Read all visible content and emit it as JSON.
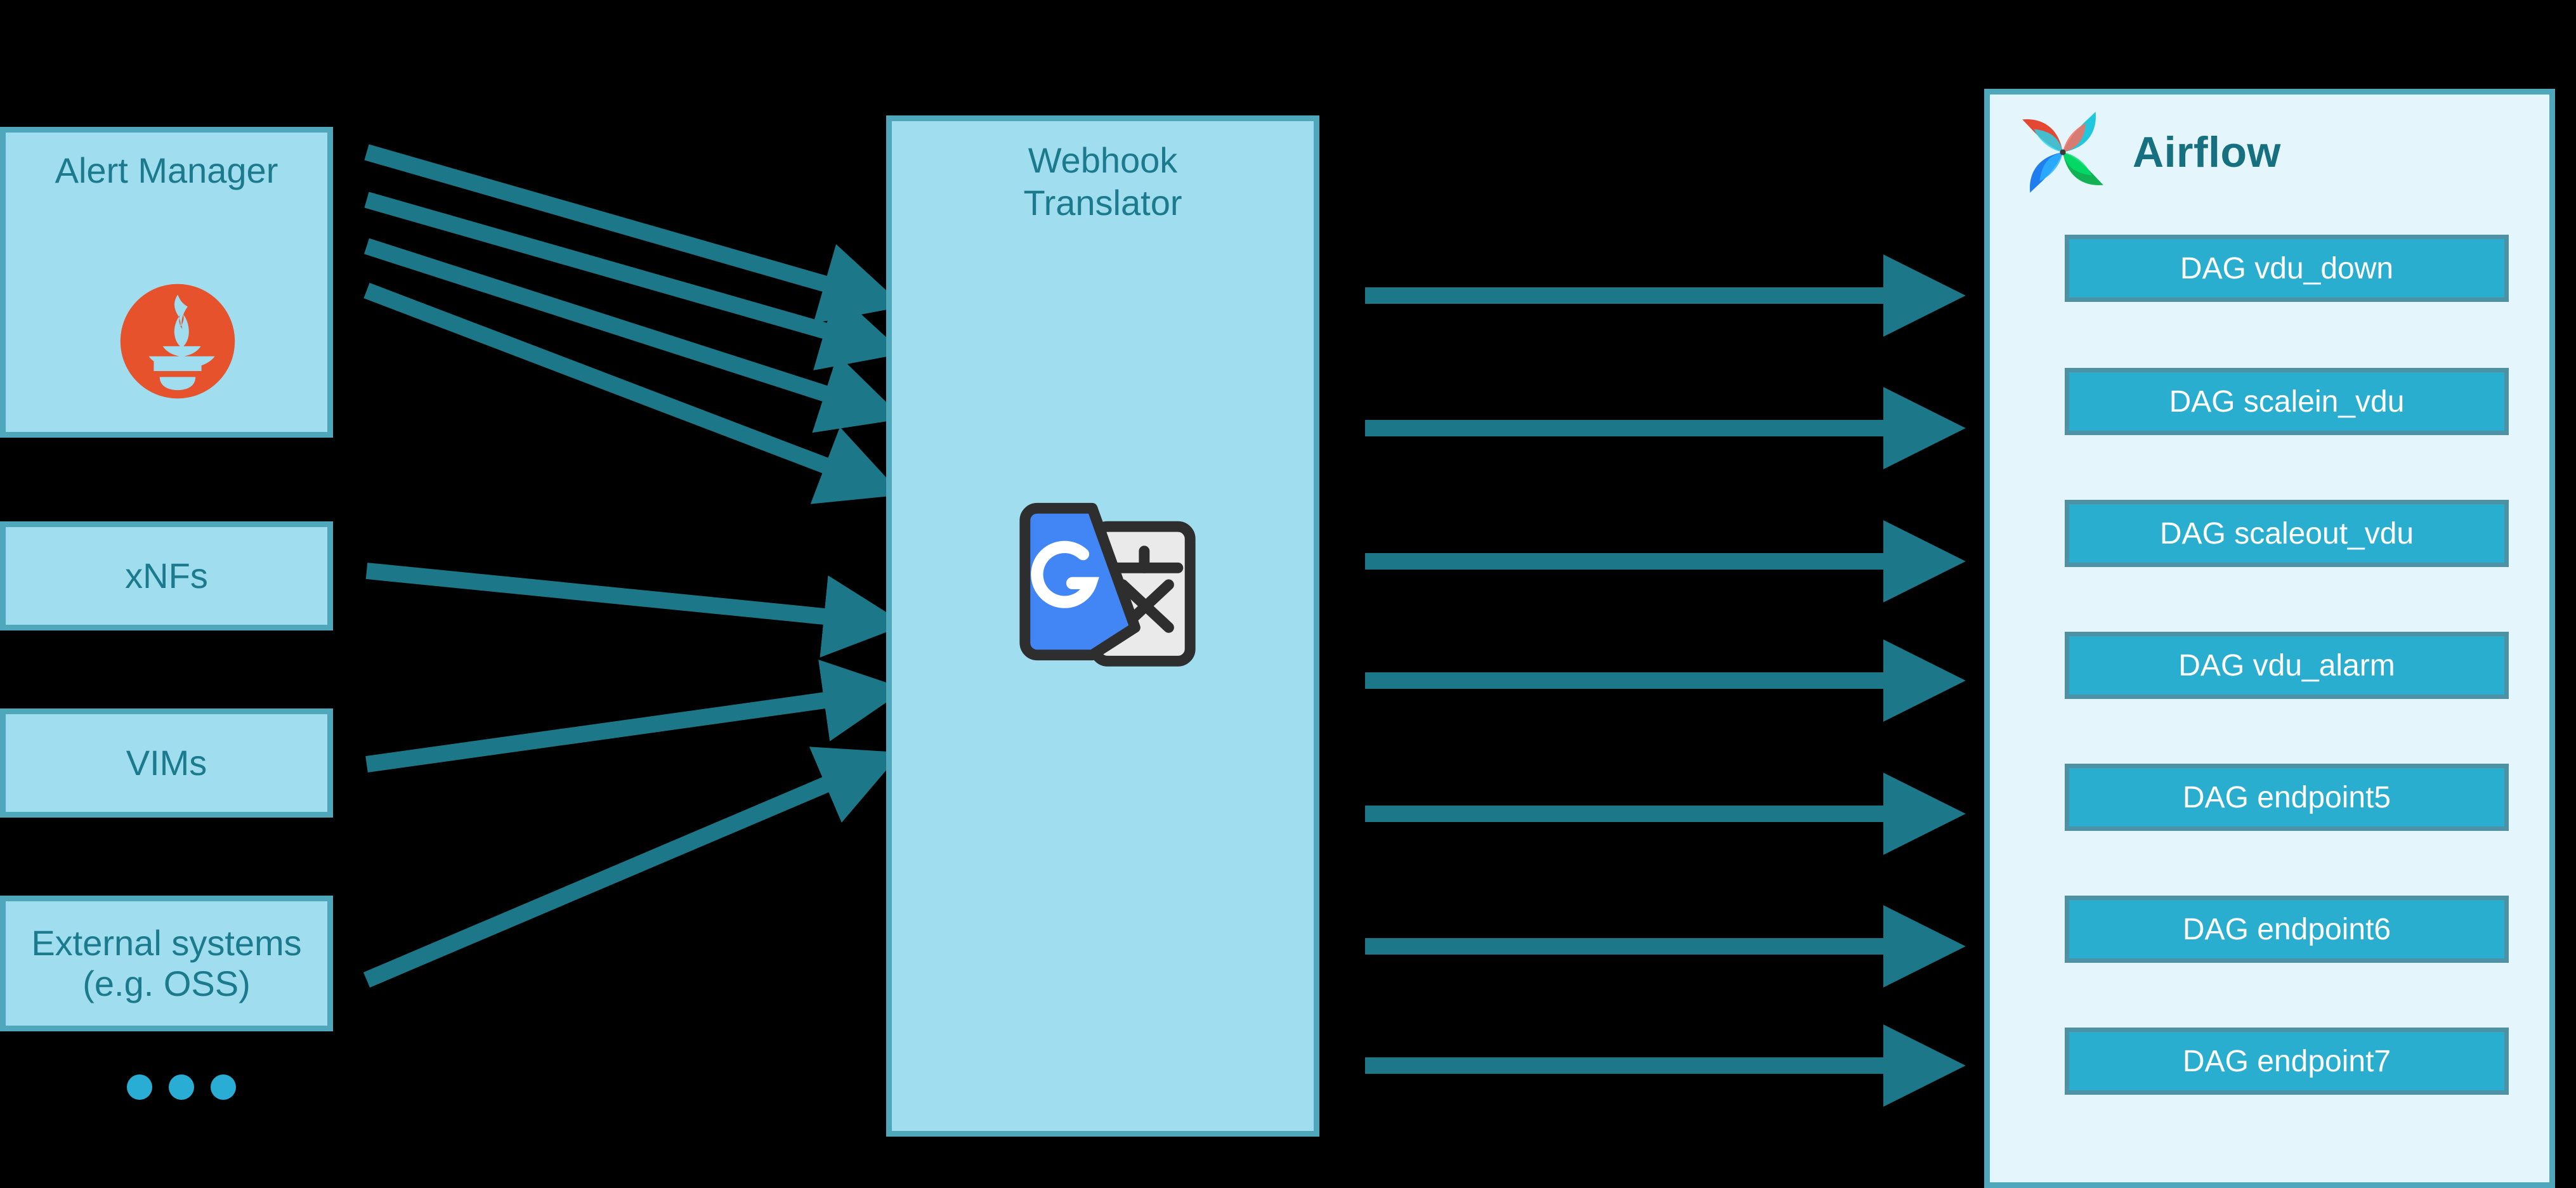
{
  "diagram": {
    "title": "Webhook Translator integration diagram",
    "background_color": "#000000",
    "colors": {
      "box_fill": "#9FDDEF",
      "box_border": "#4FA7BC",
      "box_text": "#1B7A8C",
      "arrow": "#1C7888",
      "panel_fill": "#E4F5FC",
      "dag_fill": "#29AED0",
      "dag_border": "#4E91A3",
      "dag_text": "#FFFFFF",
      "airflow_title": "#17707F",
      "prometheus_orange": "#E6522C",
      "ellipsis_dot": "#2AADD4"
    }
  },
  "sources": {
    "alert_manager": {
      "label": "Alert Manager",
      "icon": "prometheus-logo",
      "arrow_count": 4
    },
    "xnfs": {
      "label": "xNFs",
      "arrow_count": 1
    },
    "vims": {
      "label": "VIMs",
      "arrow_count": 1
    },
    "external_systems": {
      "label": "External systems\n(e.g. OSS)",
      "arrow_count": 1
    },
    "more_indicator": {
      "label": "...",
      "dot_count": 3
    }
  },
  "translator": {
    "title": "Webhook\nTranslator",
    "icon": "google-translate-icon"
  },
  "airflow": {
    "title": "Airflow",
    "icon": "airflow-pinwheel-logo",
    "dags": [
      {
        "label": "DAG vdu_down"
      },
      {
        "label": "DAG scalein_vdu"
      },
      {
        "label": "DAG scaleout_vdu"
      },
      {
        "label": "DAG vdu_alarm"
      },
      {
        "label": "DAG endpoint5"
      },
      {
        "label": "DAG endpoint6"
      },
      {
        "label": "DAG endpoint7"
      }
    ]
  },
  "flows": {
    "inbound_arrow_count": 7,
    "outbound_arrow_count": 7,
    "direction": "left-to-right"
  }
}
